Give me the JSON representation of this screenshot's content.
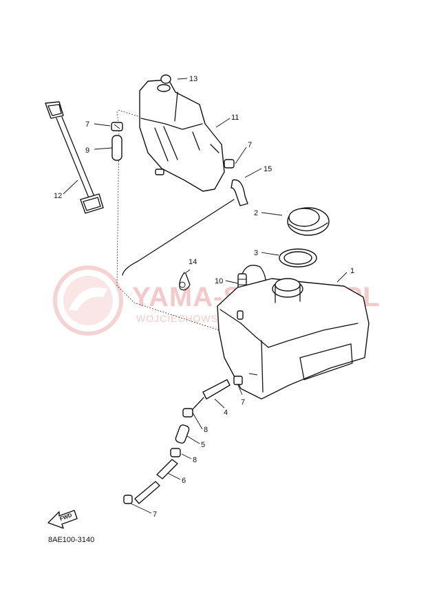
{
  "diagram": {
    "callouts": {
      "c1": "1",
      "c2": "2",
      "c3": "3",
      "c4": "4",
      "c5": "5",
      "c6": "6",
      "c7a": "7",
      "c7b": "7",
      "c7c": "7",
      "c7d": "7",
      "c8a": "8",
      "c8b": "8",
      "c9": "9",
      "c10": "10",
      "c11": "11",
      "c12": "12",
      "c13": "13",
      "c14": "14",
      "c15": "15"
    },
    "fwd_label": "FWD",
    "diagram_code": "8AE100-3140"
  },
  "watermark": {
    "main": "YAMA-SERWIS.PL",
    "sub": "WOJCIECHOWSKI | DEALER YAMAHA"
  }
}
